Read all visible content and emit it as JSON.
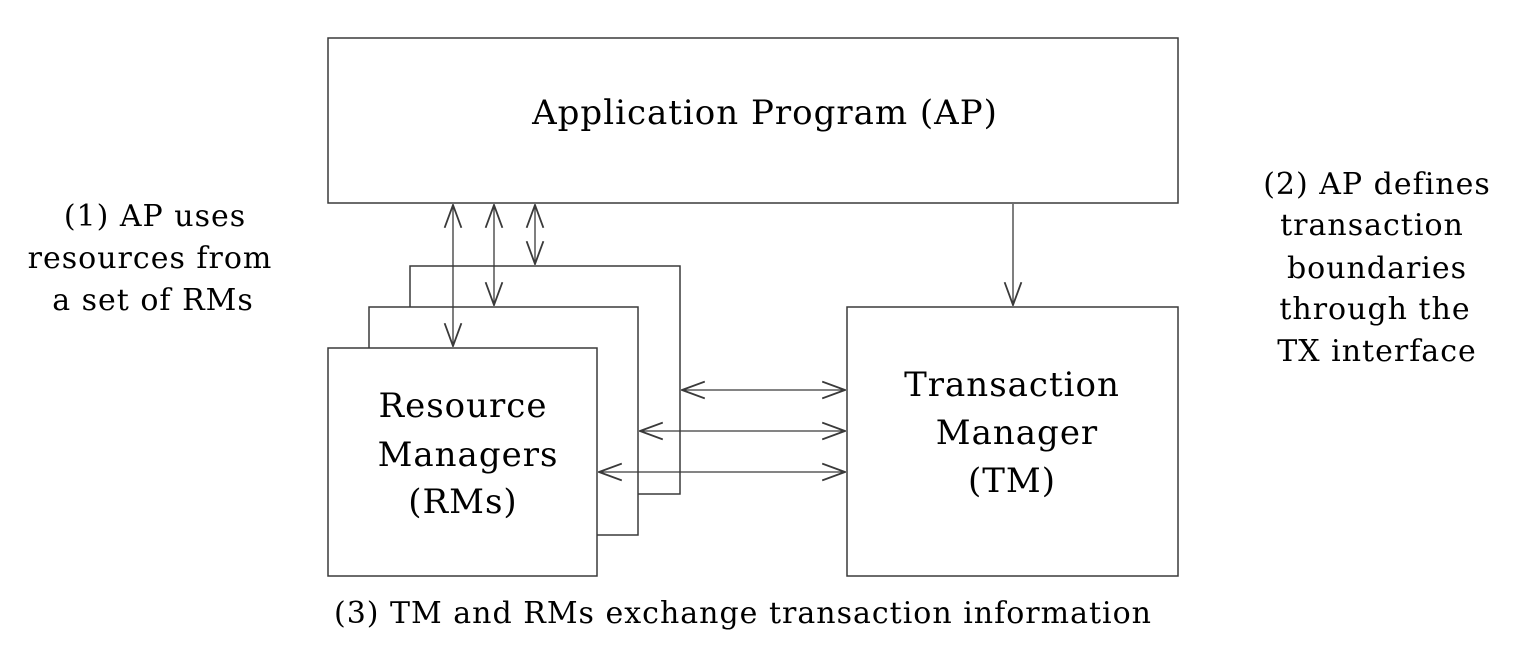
{
  "boxes": {
    "ap": {
      "label": "Application Program (AP)"
    },
    "rm": {
      "lines": [
        "Resource",
        "Managers",
        "(RMs)"
      ]
    },
    "tm": {
      "lines": [
        "Transaction",
        "Manager",
        "(TM)"
      ]
    }
  },
  "annotations": {
    "left": [
      "(1) AP uses",
      "resources from",
      "a set of RMs"
    ],
    "right": [
      "(2) AP defines",
      "transaction",
      "boundaries",
      "through the",
      "TX interface"
    ],
    "bottom": "(3) TM and RMs exchange transaction information"
  }
}
